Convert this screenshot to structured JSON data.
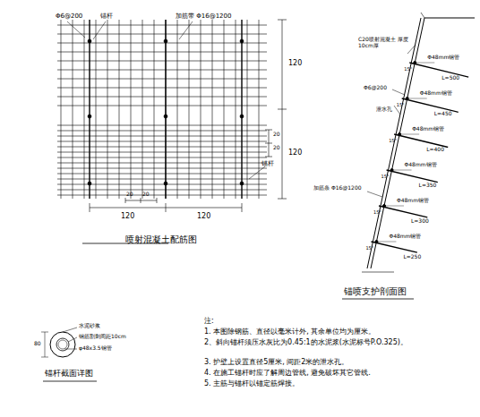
{
  "diagram": {
    "labels": [
      "Φ6@200",
      "锚杆",
      "加筋带 Φ16@1200",
      "120",
      "120",
      "20",
      "20",
      "锚杆",
      "20",
      "20",
      "120",
      "120",
      "喷射混凝土配筋图",
      "C20喷射混凝土 厚度10cm厚",
      "Φ6@200",
      "泄水孔",
      "加筋条 Φ16@1200",
      "Φ48mm钢管",
      "L=500",
      "15°",
      "Φ48mm钢管",
      "L=450",
      "15°",
      "Φ48mm钢管",
      "L=400",
      "15°",
      "Φ48mm钢管",
      "L=350",
      "15°",
      "Φ48mm钢管",
      "L=300",
      "15°",
      "Φ48mm钢管",
      "L=250",
      "15°",
      "锚喷支护剖面图",
      "水泥砂浆",
      "钢筋割刺间距10cm",
      "φ48x3.5钢管",
      "80",
      "锚杆截面详图",
      "注:",
      "1. 本图除钢筋、直径以毫米计外, 其余单位均为厘米。",
      "2、斜向锚杆须压水灰比为0.45:1的水泥浆(水泥标号P.O.325)。",
      "3. 护壁上设置直径5厘米, 间距2米的泄水孔。",
      "4. 在施工锚杆时应了解周边管线, 避免破坏其它管线.",
      "5. 主筋与锚杆以锚定筋焊接。"
    ]
  }
}
